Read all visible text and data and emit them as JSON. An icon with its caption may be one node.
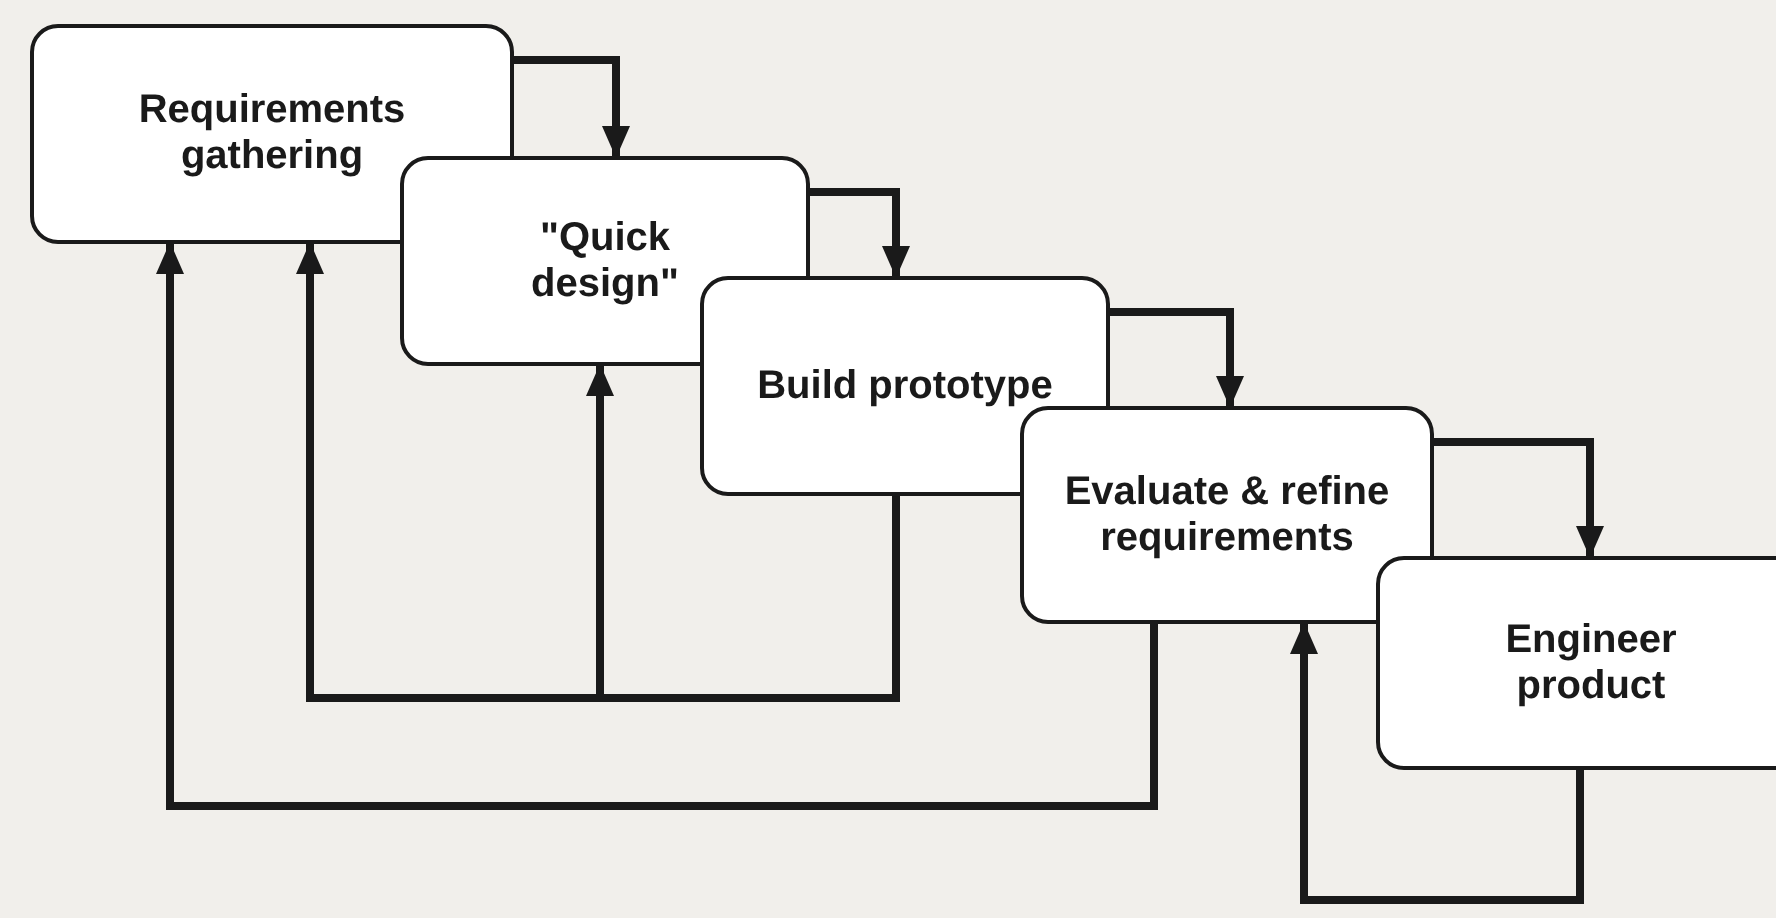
{
  "diagram": {
    "nodes": [
      {
        "text": [
          "Requirements gathering"
        ]
      },
      {
        "text": [
          "\"Quick design\""
        ]
      },
      {
        "text": [
          "Build prototype"
        ]
      },
      {
        "text": [
          "Evaluate & refine requirements"
        ]
      },
      {
        "text": [
          "Engineer product"
        ]
      }
    ],
    "edges": [
      {
        "from": 0,
        "to": 1,
        "arrow": "to"
      },
      {
        "from": 1,
        "to": 2,
        "arrow": "to"
      },
      {
        "from": 2,
        "to": 3,
        "arrow": "to"
      },
      {
        "from": 3,
        "to": 4,
        "arrow": "to"
      },
      {
        "from": 2,
        "to": 0,
        "arrow": "to"
      },
      {
        "from": 2,
        "to": 1,
        "arrow": "to"
      },
      {
        "from": 3,
        "to": 0,
        "arrow": "to"
      },
      {
        "from": 4,
        "to": 3,
        "arrow": "to"
      }
    ]
  }
}
